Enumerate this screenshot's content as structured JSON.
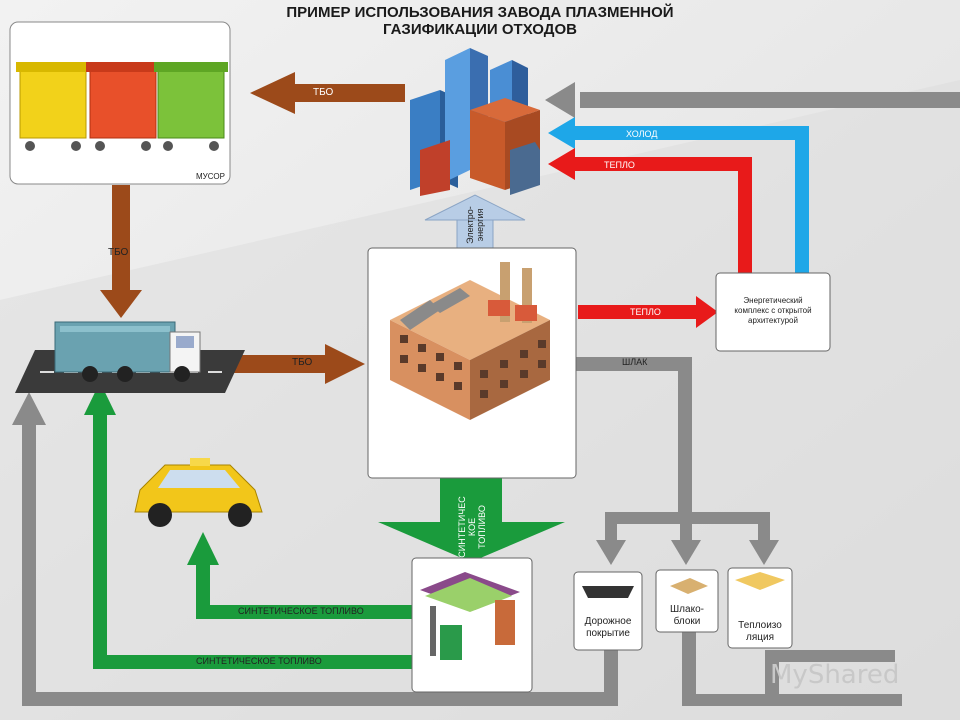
{
  "title_line1": "ПРИМЕР ИСПОЛЬЗОВАНИЯ ЗАВОДА ПЛАЗМЕННОЙ",
  "title_line2": "ГАЗИФИКАЦИИ ОТХОДОВ",
  "labels": {
    "tbo_top": "ТБО",
    "tbo_left": "ТБО",
    "tbo_mid": "ТБО",
    "musor": "МУСОР",
    "kholod": "ХОЛОД",
    "teplo_top": "ТЕПЛО",
    "teplo_mid": "ТЕПЛО",
    "shlak": "ШЛАК",
    "electro1": "Электро-",
    "electro2": "энергия",
    "synfuel_down1": "СИНТЕТИЧЕС",
    "synfuel_down2": "КОЕ",
    "synfuel_down3": "ТОПЛИВО",
    "synfuel_1": "СИНТЕТИЧЕСКОЕ ТОПЛИВО",
    "synfuel_2": "СИНТЕТИЧЕСКОЕ ТОПЛИВО"
  },
  "energy_box": {
    "line1": "Энергетический",
    "line2": "комплекс с открытой",
    "line3": "архитектурой"
  },
  "products": {
    "road1": "Дорожное",
    "road2": "покрытие",
    "slag1": "Шлако-",
    "slag2": "блоки",
    "ins1": "Теплоизо",
    "ins2": "ляция"
  },
  "watermark": "MyShared",
  "colors": {
    "brown": "#9c4a1a",
    "gray": "#8a8a8a",
    "blue": "#1ea7e8",
    "red": "#e81a1a",
    "green": "#1a9b3c",
    "lightblue": "#b8cde6"
  }
}
